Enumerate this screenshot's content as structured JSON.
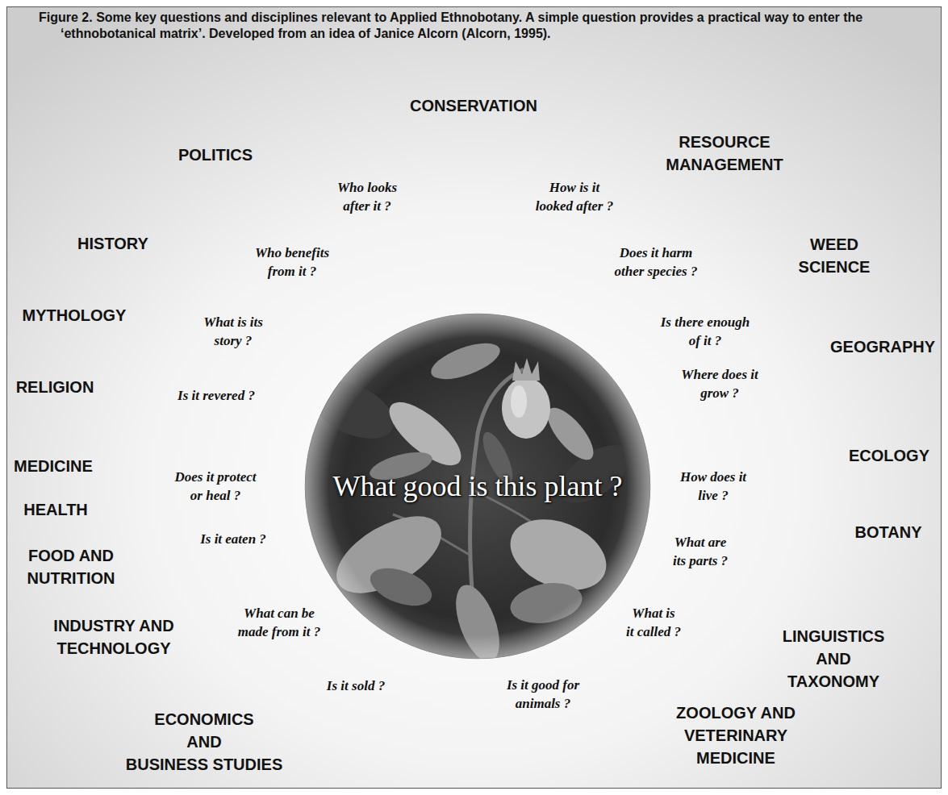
{
  "diagram": {
    "title": "Figure 2. Some key questions and disciplines relevant to Applied Ethnobotany. A simple question provides a practical way to enter the ‘ethnobotanical matrix’. Developed from an idea of Janice Alcorn (Alcorn, 1995).",
    "nodes": [
      {
        "text": [
          "What good is this plant ?"
        ]
      }
    ],
    "edges": [],
    "labels": [
      "CONSERVATION",
      "POLITICS",
      "RESOURCE MANAGEMENT",
      "Who looks after it ?",
      "How is it looked after ?",
      "HISTORY",
      "Who benefits from it ?",
      "Does it harm other species ?",
      "WEED SCIENCE",
      "MYTHOLOGY",
      "What is its story ?",
      "Is there enough of it ?",
      "GEOGRAPHY",
      "RELIGION",
      "Is it revered ?",
      "Where does it grow ?",
      "ECOLOGY",
      "MEDICINE",
      "Does it protect or heal ?",
      "How does it live ?",
      "HEALTH",
      "BOTANY",
      "Is it eaten ?",
      "What are its parts ?",
      "FOOD AND NUTRITION",
      "What can be made from it ?",
      "What is it called ?",
      "INDUSTRY AND TECHNOLOGY",
      "LINGUISTICS AND TAXONOMY",
      "Is it sold ?",
      "Is it good for animals ?",
      "ZOOLOGY AND VETERINARY MEDICINE",
      "ECONOMICS AND BUSINESS STUDIES"
    ]
  }
}
